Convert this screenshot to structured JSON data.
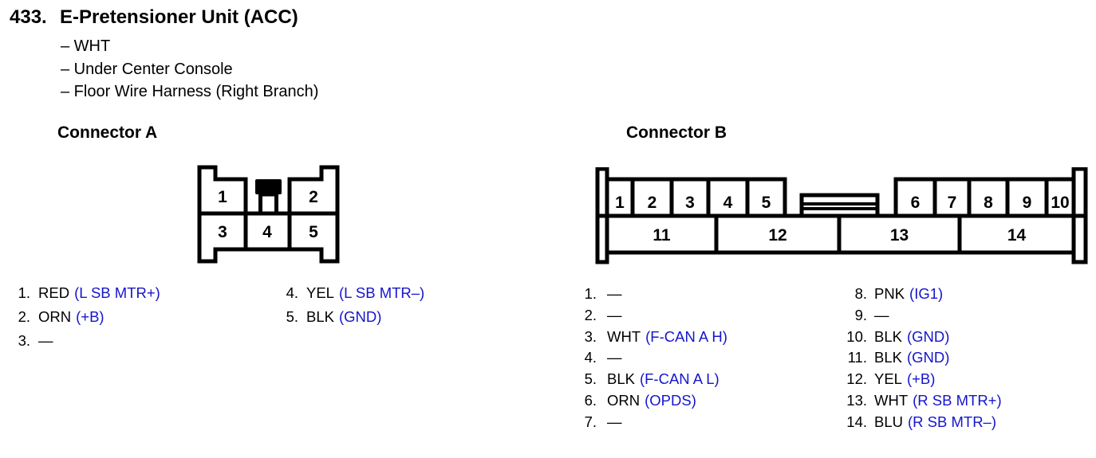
{
  "header": {
    "index": "433.",
    "title": "E-Pretensioner Unit (ACC)",
    "details": [
      "– WHT",
      "– Under Center Console",
      "– Floor Wire Harness (Right Branch)"
    ]
  },
  "palette": {
    "ink": "#000000",
    "signal_blue": "#1515cd"
  },
  "connector_a": {
    "heading": "Connector A",
    "cavities": [
      "1",
      "2",
      "3",
      "4",
      "5"
    ],
    "pin_columns": [
      [
        {
          "n": "1.",
          "wire": "RED",
          "signal": "(L SB MTR+)"
        },
        {
          "n": "2.",
          "wire": "ORN",
          "signal": "(+B)"
        },
        {
          "n": "3.",
          "wire": "—",
          "signal": ""
        }
      ],
      [
        {
          "n": "4.",
          "wire": "YEL",
          "signal": "(L SB MTR–)"
        },
        {
          "n": "5.",
          "wire": "BLK",
          "signal": "(GND)"
        }
      ]
    ]
  },
  "connector_b": {
    "heading": "Connector B",
    "cavities": [
      "1",
      "2",
      "3",
      "4",
      "5",
      "6",
      "7",
      "8",
      "9",
      "10",
      "11",
      "12",
      "13",
      "14"
    ],
    "pin_columns": [
      [
        {
          "n": "1.",
          "wire": "—",
          "signal": ""
        },
        {
          "n": "2.",
          "wire": "—",
          "signal": ""
        },
        {
          "n": "3.",
          "wire": "WHT",
          "signal": "(F-CAN A H)"
        },
        {
          "n": "4.",
          "wire": "—",
          "signal": ""
        },
        {
          "n": "5.",
          "wire": "BLK",
          "signal": "(F-CAN A L)"
        },
        {
          "n": "6.",
          "wire": "ORN",
          "signal": "(OPDS)"
        },
        {
          "n": "7.",
          "wire": "—",
          "signal": ""
        }
      ],
      [
        {
          "n": "8.",
          "wire": "PNK",
          "signal": "(IG1)"
        },
        {
          "n": "9.",
          "wire": "—",
          "signal": ""
        },
        {
          "n": "10.",
          "wire": "BLK",
          "signal": "(GND)"
        },
        {
          "n": "11.",
          "wire": "BLK",
          "signal": "(GND)"
        },
        {
          "n": "12.",
          "wire": "YEL",
          "signal": "(+B)"
        },
        {
          "n": "13.",
          "wire": "WHT",
          "signal": "(R SB MTR+)"
        },
        {
          "n": "14.",
          "wire": "BLU",
          "signal": "(R SB MTR–)"
        }
      ]
    ]
  }
}
